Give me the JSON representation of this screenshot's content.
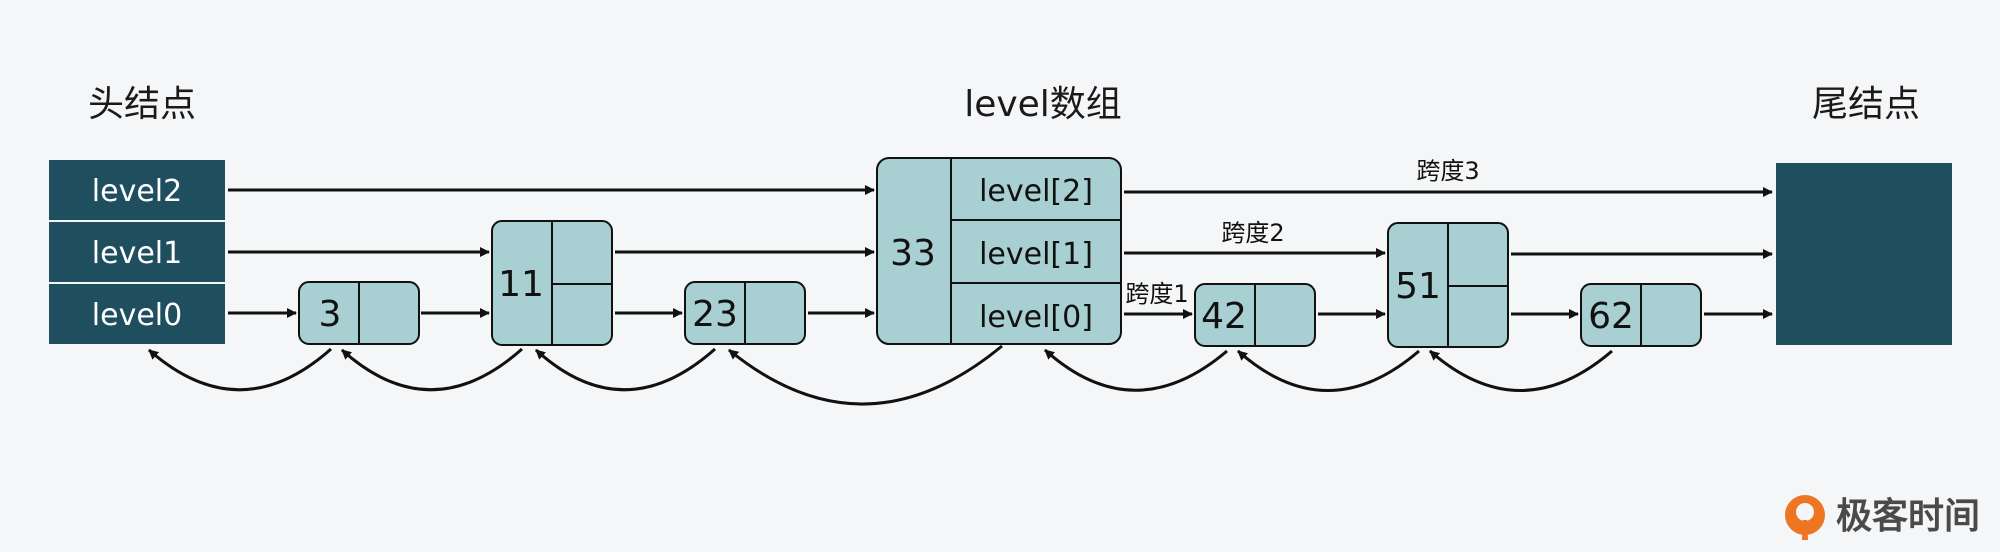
{
  "titles": {
    "head": "头结点",
    "level_array": "level数组",
    "tail": "尾结点"
  },
  "head_levels": [
    "level2",
    "level1",
    "level0"
  ],
  "nodes": {
    "n3": "3",
    "n11": "11",
    "n23": "23",
    "n33": "33",
    "n42": "42",
    "n51": "51",
    "n62": "62"
  },
  "node33_levels": [
    "level[2]",
    "level[1]",
    "level[0]"
  ],
  "spans": {
    "span3": "跨度3",
    "span2": "跨度2",
    "span1": "跨度1"
  },
  "brand": {
    "text": "极客时间",
    "logo_icon": "geektime-logo-icon"
  },
  "colors": {
    "background": "#f5f6f8",
    "head_tail_fill": "#1f4e5f",
    "node_fill": "#a8cfd1",
    "line": "#111111",
    "brand_orange": "#ee7623"
  }
}
